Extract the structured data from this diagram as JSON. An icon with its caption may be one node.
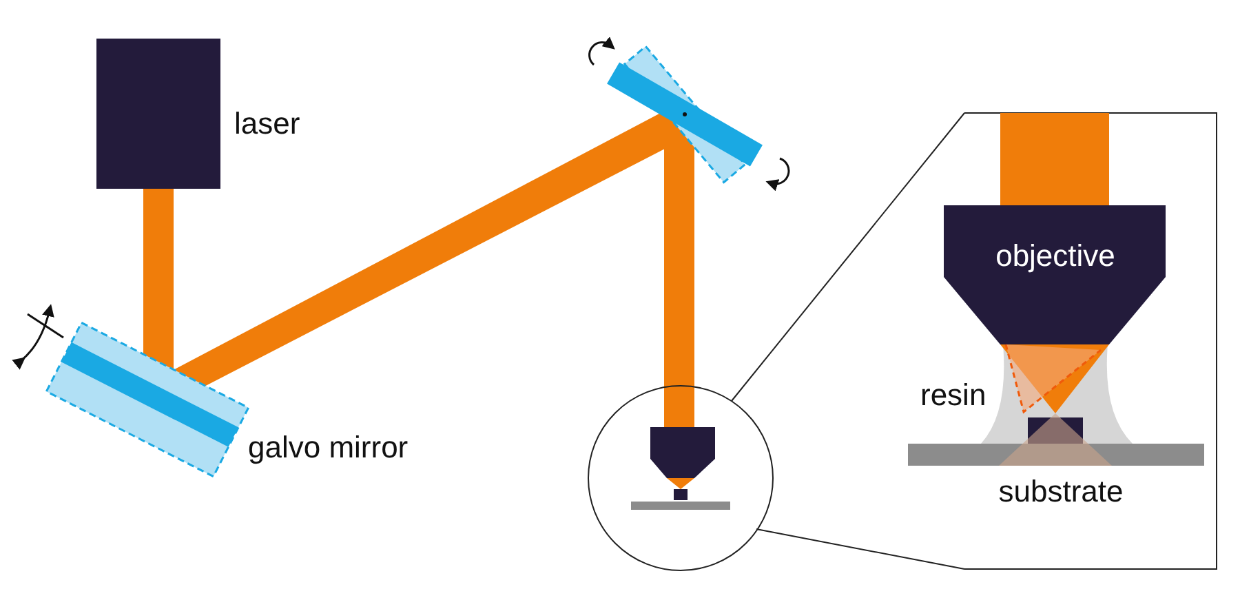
{
  "diagram": {
    "labels": [
      "laser",
      "galvo mirror",
      "objective",
      "resin",
      "substrate"
    ]
  }
}
